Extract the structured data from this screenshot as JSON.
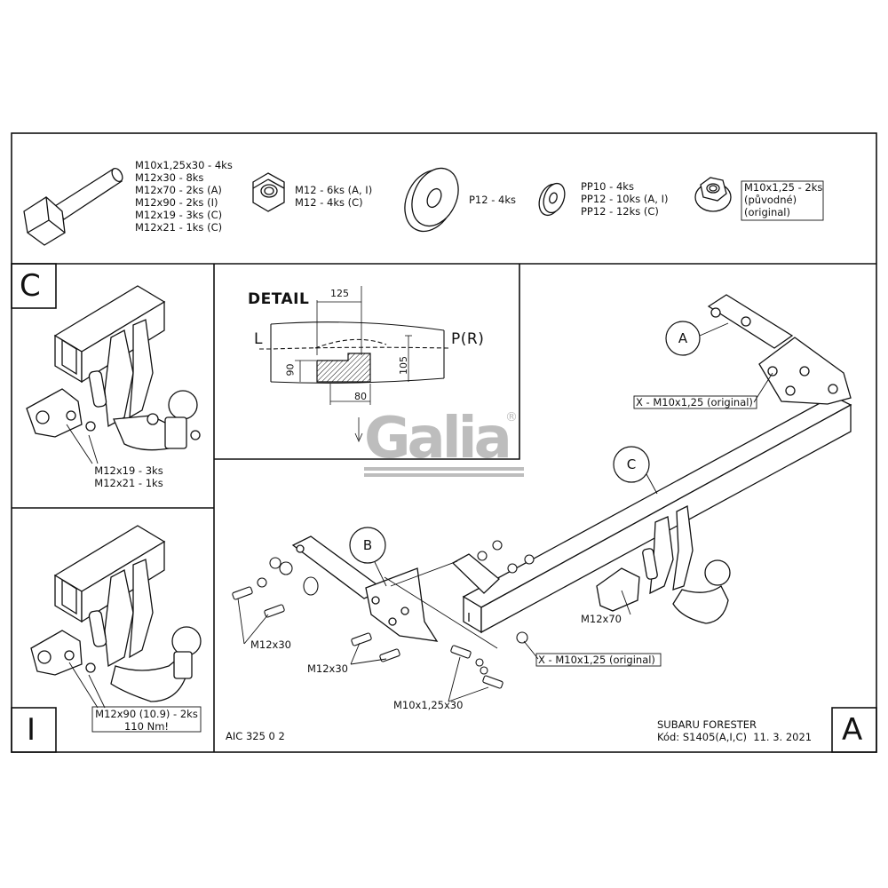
{
  "parts": {
    "bolt": [
      "M10x1,25x30 - 4ks",
      "M12x30 - 8ks",
      "M12x70 - 2ks (A)",
      "M12x90 - 2ks (I)",
      "M12x19 - 3ks (C)",
      "M12x21 - 1ks (C)"
    ],
    "nut": [
      "M12 - 6ks (A, I)",
      "M12 - 4ks (C)"
    ],
    "big_washer": "P12 - 4ks",
    "small_washer": [
      "PP10 - 4ks",
      "PP12 - 10ks (A, I)",
      "PP12 - 12ks (C)"
    ],
    "flange_nut": [
      "M10x1,25 - 2ks",
      "(původné)",
      "(original)"
    ]
  },
  "panel_c": {
    "letter": "C",
    "bolts": [
      "M12x19 - 3ks",
      "M12x21 - 1ks"
    ]
  },
  "panel_i": {
    "letter": "I",
    "bolts": [
      "M12x90 (10.9) - 2ks",
      "110 Nm!"
    ]
  },
  "detail": {
    "title": "DETAIL",
    "dim_top": "125",
    "left_label": "L",
    "right_label": "P(R)",
    "dim_left": "90",
    "dim_right": "105",
    "dim_bottom": "80"
  },
  "logo": {
    "text": "Galia",
    "reg": "®"
  },
  "main": {
    "letter": "A",
    "callout_a": "A",
    "callout_b": "B",
    "callout_c": "C",
    "x_label_top": "X - M10x1,25 (original)",
    "x_label_bottom": "X - M10x1,25 (original)",
    "m12x70": "M12x70",
    "m12x30_a": "M12x30",
    "m12x30_b": "M12x30",
    "m10x125x30": "M10x1,25x30"
  },
  "footer": {
    "code": "AIC 325 0 2",
    "vehicle": "SUBARU FORESTER",
    "kod": "Kód: S1405(A,I,C)  11. 3. 2021"
  }
}
